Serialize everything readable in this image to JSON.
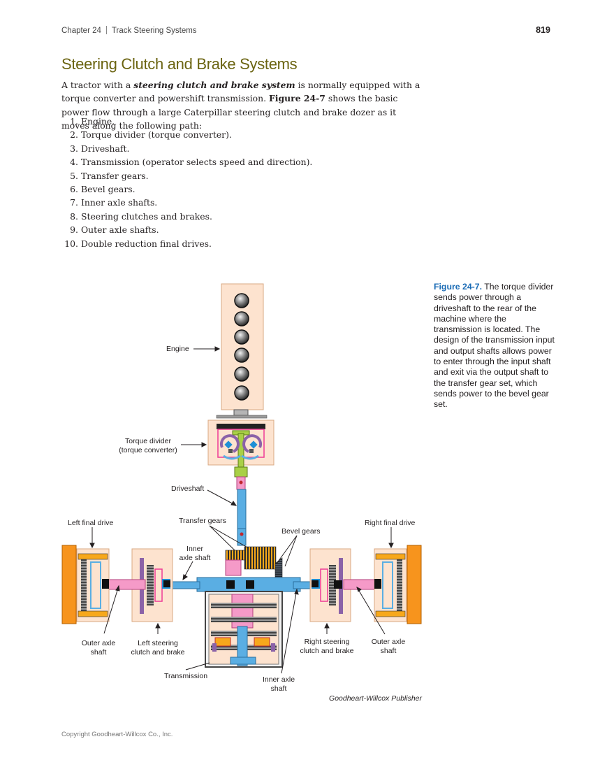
{
  "header": {
    "chapter": "Chapter 24",
    "section": "Track Steering Systems",
    "page_number": "819"
  },
  "title": "Steering Clutch and Brake Systems",
  "intro": {
    "p1": "A tractor with a ",
    "term": "steering clutch and brake system",
    "p2": " is normally equipped with a torque converter and powershift transmission. ",
    "fig_ref": "Figure 24-7",
    "p3": " shows the basic power flow through a large Caterpillar steering clutch and brake dozer as it moves along the following path:"
  },
  "steps": [
    {
      "num": "1.",
      "text": "Engine."
    },
    {
      "num": "2.",
      "text": "Torque divider (torque converter)."
    },
    {
      "num": "3.",
      "text": "Driveshaft."
    },
    {
      "num": "4.",
      "text": "Transmission (operator selects speed and direction)."
    },
    {
      "num": "5.",
      "text": "Transfer gears."
    },
    {
      "num": "6.",
      "text": "Bevel gears."
    },
    {
      "num": "7.",
      "text": "Inner axle shafts."
    },
    {
      "num": "8.",
      "text": "Steering clutches and brakes."
    },
    {
      "num": "9.",
      "text": "Outer axle shafts."
    },
    {
      "num": "10.",
      "text": "Double reduction final drives."
    }
  ],
  "figure": {
    "caption_label": "Figure 24-7.",
    "caption_text": " The torque divider sends power through a driveshaft to the rear of the machine where the transmission is located. The design of the transmission input and output shafts allows power to enter through the input shaft and exit via the output shaft to the transfer gear set, which sends power to the bevel gear set.",
    "labels": {
      "engine": "Engine",
      "torque_divider_1": "Torque divider",
      "torque_divider_2": "(torque converter)",
      "driveshaft": "Driveshaft",
      "left_final_drive": "Left final drive",
      "transfer_gears": "Transfer gears",
      "bevel_gears": "Bevel gears",
      "right_final_drive": "Right final drive",
      "inner_axle_top_1": "Inner",
      "inner_axle_top_2": "axle shaft",
      "outer_axle_left_1": "Outer axle",
      "outer_axle_left_2": "shaft",
      "left_steering_1": "Left steering",
      "left_steering_2": "clutch and brake",
      "right_steering_1": "Right steering",
      "right_steering_2": "clutch and brake",
      "outer_axle_right_1": "Outer axle",
      "outer_axle_right_2": "shaft",
      "transmission": "Transmission",
      "inner_axle_bottom_1": "Inner axle",
      "inner_axle_bottom_2": "shaft"
    },
    "credit": "Goodheart-Willcox Publisher"
  },
  "footer": {
    "copyright": "Copyright Goodheart-Willcox Co., Inc."
  },
  "colors": {
    "title": "#6b6411",
    "fig_label": "#1a6bb5",
    "housing": "#fde3cf",
    "shaft": "#5aaee3",
    "pink": "#f59ac8",
    "orange": "#f7941d",
    "purple": "#8b62a8"
  }
}
